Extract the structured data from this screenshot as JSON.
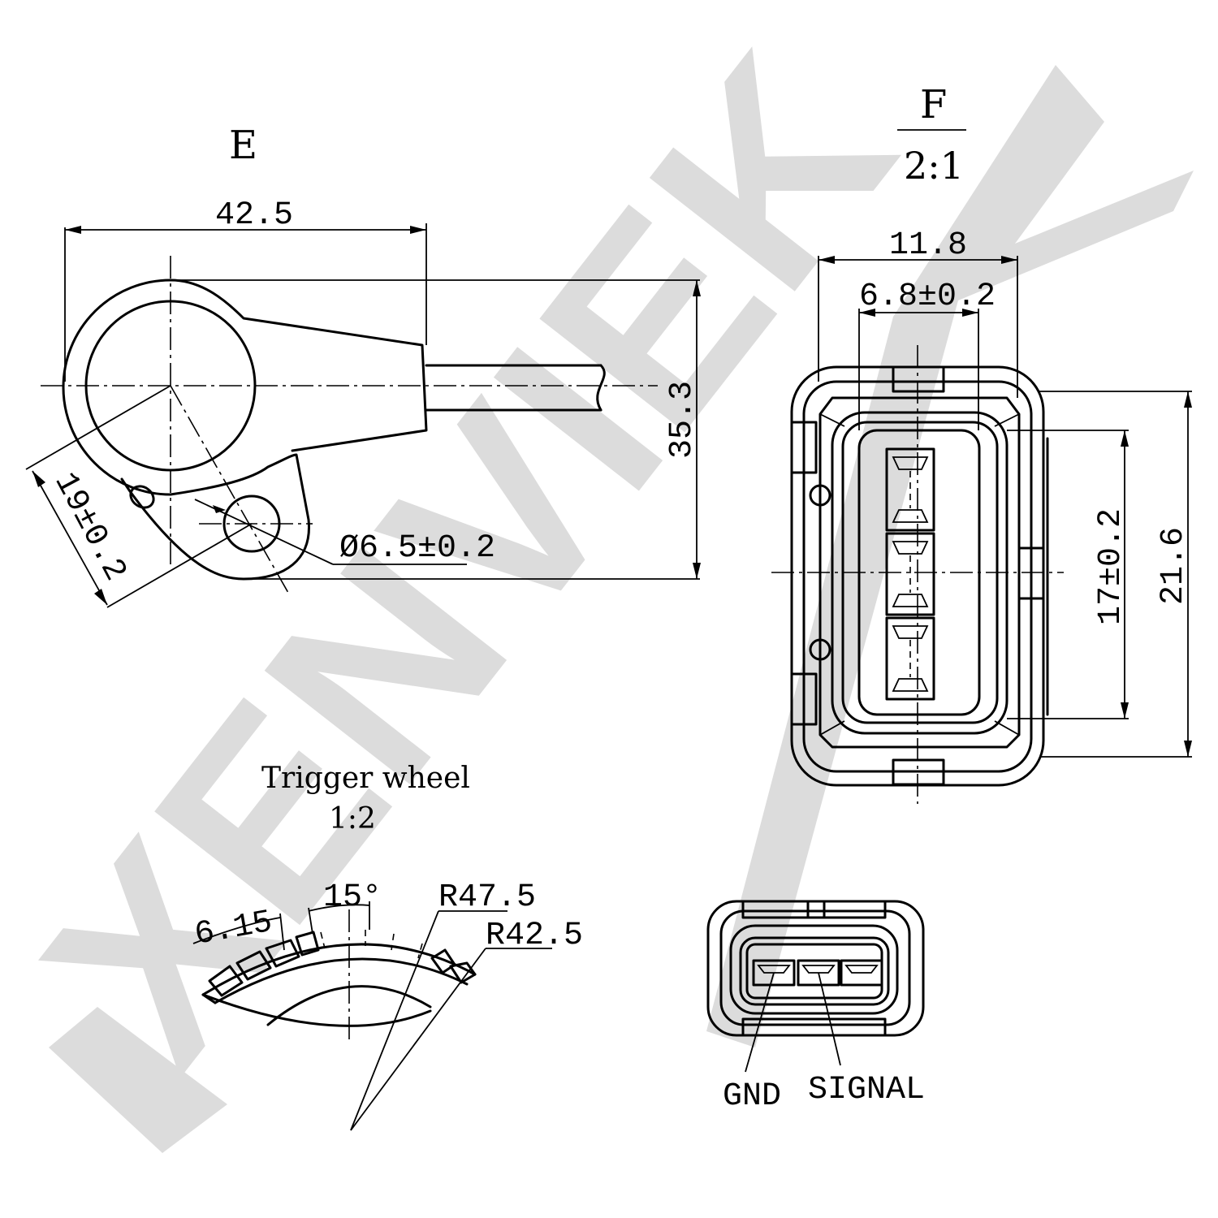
{
  "watermark": {
    "text": "XENVIEK",
    "color": "#dcdcdc"
  },
  "view_e": {
    "label": "E",
    "dim_width": "42.5",
    "dim_height": "35.3",
    "dim_offset": "19±0.2",
    "dim_hole": "Ø6.5±0.2"
  },
  "view_f": {
    "label": "F",
    "scale": "2:1",
    "dim_outer_width": "11.8",
    "dim_inner_width": "6.8±0.2",
    "dim_inner_height": "17±0.2",
    "dim_outer_height": "21.6"
  },
  "trigger_wheel": {
    "title": "Trigger wheel",
    "scale": "1:2",
    "dim_tooth": "6.15",
    "dim_angle": "15°",
    "dim_outer_radius": "R47.5",
    "dim_inner_radius": "R42.5"
  },
  "connector_pins": {
    "pin_gnd": "GND",
    "pin_signal": "SIGNAL"
  }
}
